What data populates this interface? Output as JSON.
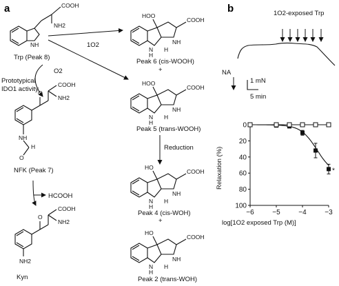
{
  "panel_a": {
    "label": "a",
    "trp_label": "Trp (Peak 8)",
    "o2_top": "1O2",
    "o2_left": "O2",
    "ido_label_1": "Prototypical",
    "ido_label_2": "IDO1 activity",
    "nfk_label": "NFK (Peak 7)",
    "hcooh_label": "HCOOH",
    "kyn_label": "Kyn",
    "peak6_label": "Peak 6 (cis-WOOH)",
    "peak5_label": "Peak 5 (trans-WOOH)",
    "reduction_label": "Reduction",
    "peak4_label": "Peak 4 (cis-WOH)",
    "peak2_label": "Peak 2 (trans-WOH)",
    "plus": "+",
    "atoms": {
      "cooh": "COOH",
      "nh2": "NH2",
      "nh": "NH",
      "hn": "H",
      "n": "N",
      "h": "H",
      "o": "O",
      "hoo": "HOO",
      "ho": "HO"
    }
  },
  "panel_b": {
    "label": "b",
    "exposed_label": "1O2-exposed Trp",
    "na_label": "NA",
    "scale_y": "1 mN",
    "scale_x": "5 min"
  },
  "chart_data": {
    "type": "scatter",
    "xlabel": "log[1O2 exposed Trp (M)]",
    "ylabel": "Relaxation (%)",
    "xlim": [
      -6,
      -3
    ],
    "ylim": [
      100,
      0
    ],
    "x_ticks": [
      "−6",
      "−5",
      "−4",
      "−3"
    ],
    "y_ticks": [
      "0",
      "20",
      "40",
      "60",
      "80",
      "100"
    ],
    "series": [
      {
        "marker": "filled-square",
        "points": [
          {
            "x": -6,
            "y": 0,
            "err": 1
          },
          {
            "x": -5,
            "y": 1,
            "err": 1
          },
          {
            "x": -4.5,
            "y": 2,
            "err": 2
          },
          {
            "x": -4,
            "y": 10,
            "err": 3
          },
          {
            "x": -3.5,
            "y": 32,
            "err": 9
          },
          {
            "x": -3,
            "y": 55,
            "err": 6
          }
        ]
      },
      {
        "marker": "open-square",
        "points": [
          {
            "x": -6,
            "y": 0
          },
          {
            "x": -5,
            "y": 0
          },
          {
            "x": -4.5,
            "y": 0
          },
          {
            "x": -4,
            "y": 0
          },
          {
            "x": -3.5,
            "y": 0
          },
          {
            "x": -3,
            "y": 0
          }
        ]
      }
    ],
    "annotations": [
      "*"
    ]
  }
}
